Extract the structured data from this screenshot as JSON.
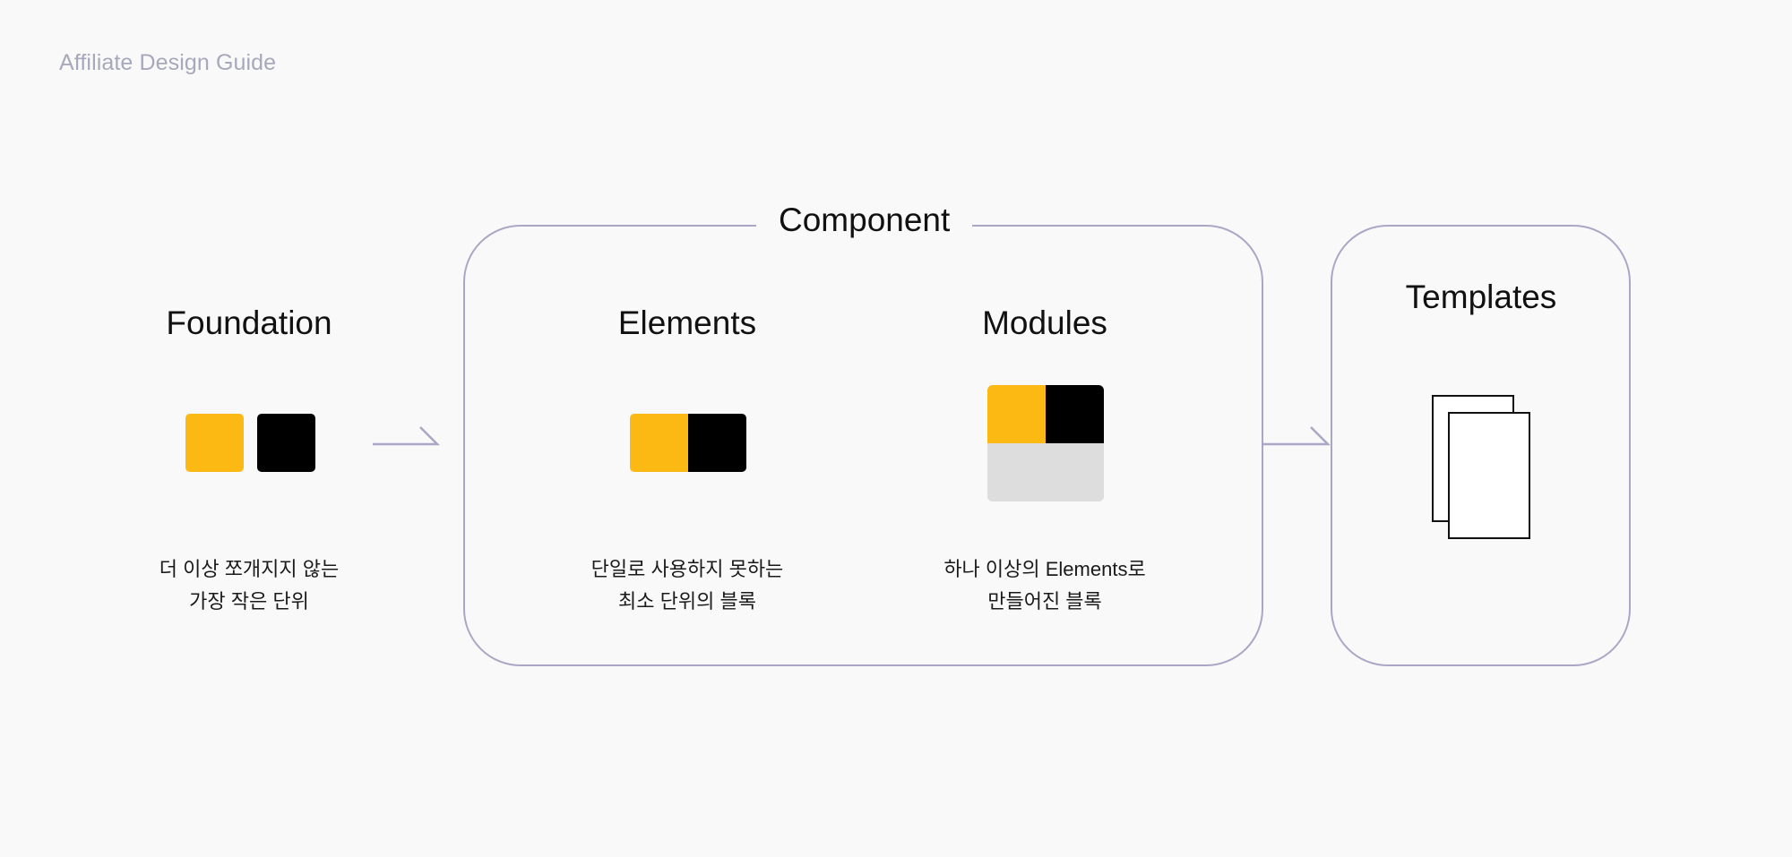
{
  "guide_title": "Affiliate Design Guide",
  "colors": {
    "background": "#f9f9f9",
    "frame": "#a9a7c5",
    "brand_yellow": "#fdb913",
    "black": "#000000",
    "module_gray": "#dddddd"
  },
  "foundation": {
    "title": "Foundation",
    "description_lines": [
      "더 이상 쪼개지지 않는",
      "가장 작은 단위"
    ],
    "swatches": [
      "yellow-swatch",
      "black-swatch"
    ]
  },
  "component": {
    "label": "Component",
    "elements": {
      "title": "Elements",
      "description_lines": [
        "단일로 사용하지 못하는",
        "최소 단위의 블록"
      ]
    },
    "modules": {
      "title": "Modules",
      "description_lines": [
        "하나 이상의 Elements로",
        "만들어진 블록"
      ]
    }
  },
  "templates": {
    "title": "Templates",
    "icon": "stacked-pages-icon"
  },
  "connectors": [
    "arrow-right-icon",
    "arrow-right-icon"
  ]
}
